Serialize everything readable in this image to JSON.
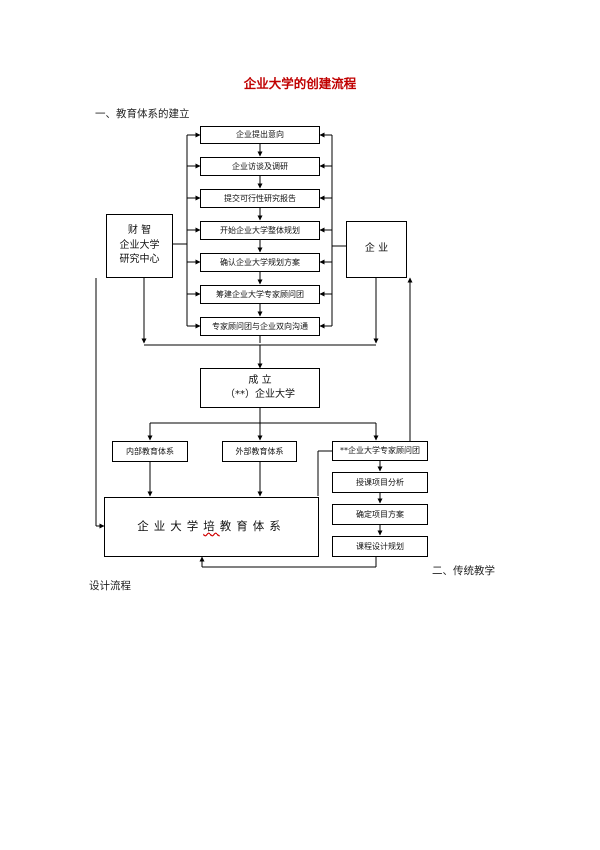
{
  "document": {
    "title": "企业大学的创建流程",
    "section1": "一、教育体系的建立",
    "section2_part1": "二、传统教学",
    "section2_part2": "设计流程"
  },
  "flowchart": {
    "steps": [
      "企业提出意向",
      "企业访谈及调研",
      "提交可行性研究报告",
      "开始企业大学整体规划",
      "确认企业大学规划方案",
      "筹建企业大学专家顾问团",
      "专家顾问团与企业双向沟通"
    ],
    "left_org": [
      "财  智",
      "企业大学",
      "研究中心"
    ],
    "right_org": "企  业",
    "establish": [
      "成  立",
      "（**）企业大学"
    ],
    "internal": "内部教育体系",
    "external": "外部教育体系",
    "expert": "**企业大学专家顾问团",
    "sub_steps": [
      "授课项目分析",
      "确定项目方案",
      "课程设计规划"
    ],
    "final_pre": "企业大学",
    "final_mark": "培",
    "final_post": "教育体系"
  }
}
